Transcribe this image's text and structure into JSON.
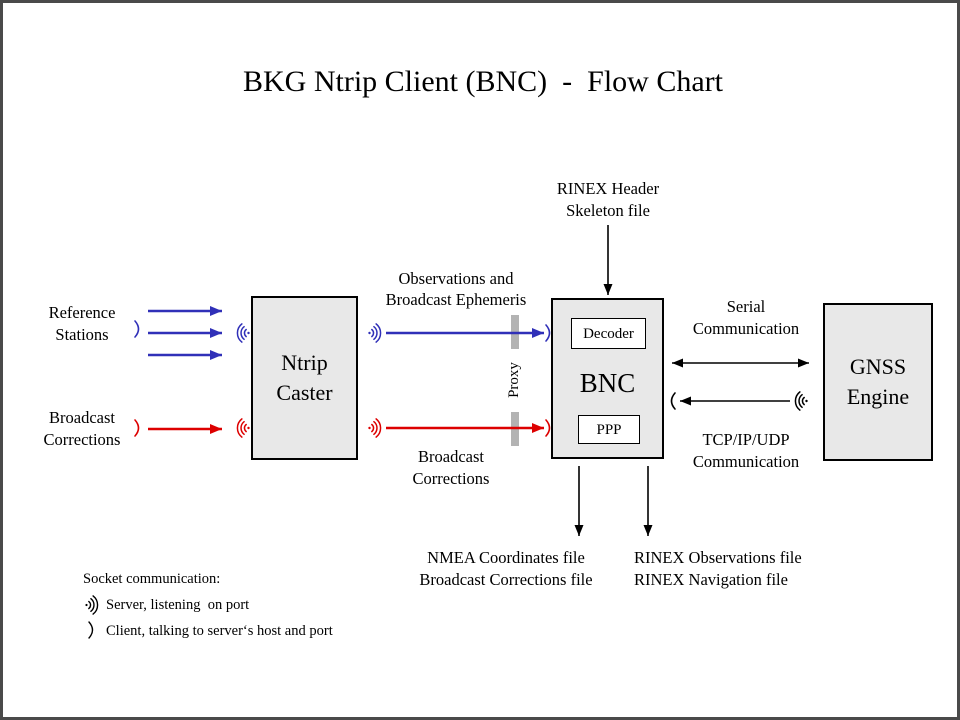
{
  "title": "BKG Ntrip Client (BNC)  -  Flow Chart",
  "colors": {
    "arrow_blue": "#3030b8",
    "arrow_red": "#dd0000",
    "arrow_black": "#000000",
    "node_fill": "#e8e8e8",
    "proxy_bar": "#b3b3b3",
    "frame": "#4a4a4a"
  },
  "nodes": {
    "ntrip_caster": {
      "lines": [
        "Ntrip",
        "Caster"
      ]
    },
    "bnc": {
      "label": "BNC",
      "decoder": "Decoder",
      "ppp": "PPP"
    },
    "gnss_engine": {
      "lines": [
        "GNSS",
        "Engine"
      ]
    }
  },
  "labels": {
    "reference_stations": [
      "Reference",
      "Stations"
    ],
    "broadcast_corrections_input": [
      "Broadcast",
      "Corrections"
    ],
    "observations_ephemeris": [
      "Observations and",
      "Broadcast Ephemeris"
    ],
    "broadcast_corrections_link": [
      "Broadcast",
      "Corrections"
    ],
    "rinex_header": [
      "RINEX Header",
      "Skeleton file"
    ],
    "serial_comm": [
      "Serial",
      "Communication"
    ],
    "tcp_comm": [
      "TCP/IP/UDP",
      "Communication"
    ],
    "proxy": "Proxy",
    "nmea_output": [
      "NMEA Coordinates file",
      "Broadcast Corrections file"
    ],
    "rinex_output": [
      "RINEX Observations file",
      "RINEX Navigation file"
    ]
  },
  "legend": {
    "heading": "Socket communication:",
    "server": "Server, listening  on port",
    "client": "Client, talking to server‘s host and port"
  }
}
